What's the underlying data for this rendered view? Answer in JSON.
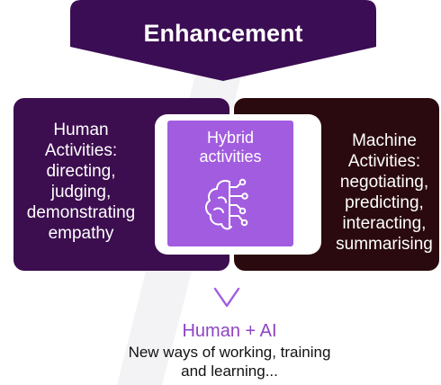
{
  "banner": {
    "title": "Enhancement"
  },
  "human_panel": {
    "text": "Human\nActivities:\ndirecting,\njudging,\ndemonstrating\nempathy"
  },
  "hybrid_panel": {
    "text": "Hybrid\nactivities",
    "icon": "brain-circuit-icon"
  },
  "machine_panel": {
    "text": "Machine\nActivities:\nnegotiating,\npredicting,\ninteracting,\nsummarising"
  },
  "arrow": {
    "icon": "chevron-down-icon"
  },
  "result": {
    "title": "Human + AI",
    "description": "New ways of working, training\nand learning..."
  },
  "colors": {
    "banner": "#3b0d54",
    "human_panel": "#3c0d4f",
    "machine_panel": "#2a0a0e",
    "hybrid_box": "#a25ce0",
    "accent": "#8e44c2"
  }
}
